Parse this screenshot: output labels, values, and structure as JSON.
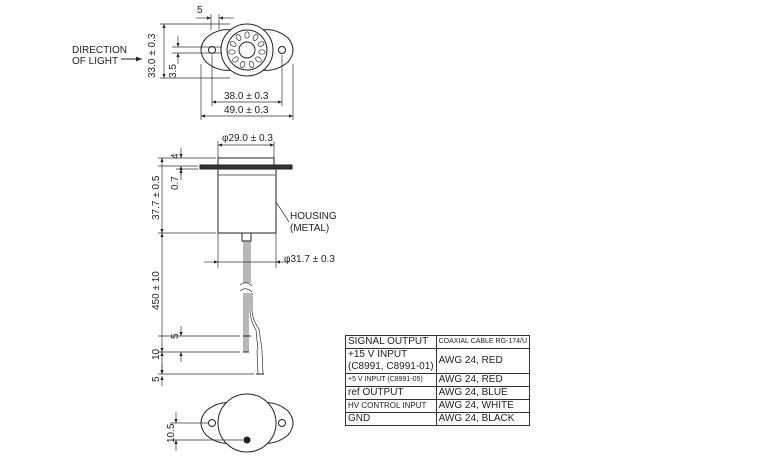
{
  "top_view": {
    "dim_pin_pitch": "5",
    "dim_height": "33.0 ± 0.3",
    "dim_inner": "3.5",
    "dim_mount": "38.0 ± 0.3",
    "dim_width": "49.0 ± 0.3",
    "direction_line1": "DIRECTION",
    "direction_line2": "OF LIGHT"
  },
  "side_view": {
    "dim_diameter_top": "φ29.0 ± 0.3",
    "dim_flange": "4",
    "dim_step": "0.7",
    "dim_body": "37.7 ± 0.5",
    "dim_cable_dia": "φ31.7 ± 0.3",
    "dim_cable_len": "450 ± 10",
    "dim_strip": "5",
    "dim_lead": "10",
    "dim_end": "5",
    "housing_line1": "HOUSING",
    "housing_line2": "(METAL)"
  },
  "bottom_view": {
    "dim_offset": "10.5"
  },
  "wiring_table": {
    "rows": [
      {
        "signal": "SIGNAL OUTPUT",
        "cable": "COAXIAL CABLE RG-174/U"
      },
      {
        "signal": "+15 V INPUT",
        "signal2": "(C8991, C8991-01)",
        "cable": "AWG 24, RED"
      },
      {
        "signal": "+5 V INPUT (C8991-05)",
        "cable": "AWG 24, RED"
      },
      {
        "signal": "ref OUTPUT",
        "cable": "AWG 24, BLUE"
      },
      {
        "signal": "HV CONTROL INPUT",
        "cable": "AWG 24, WHITE"
      },
      {
        "signal": "GND",
        "cable": "AWG 24, BLACK"
      }
    ]
  }
}
